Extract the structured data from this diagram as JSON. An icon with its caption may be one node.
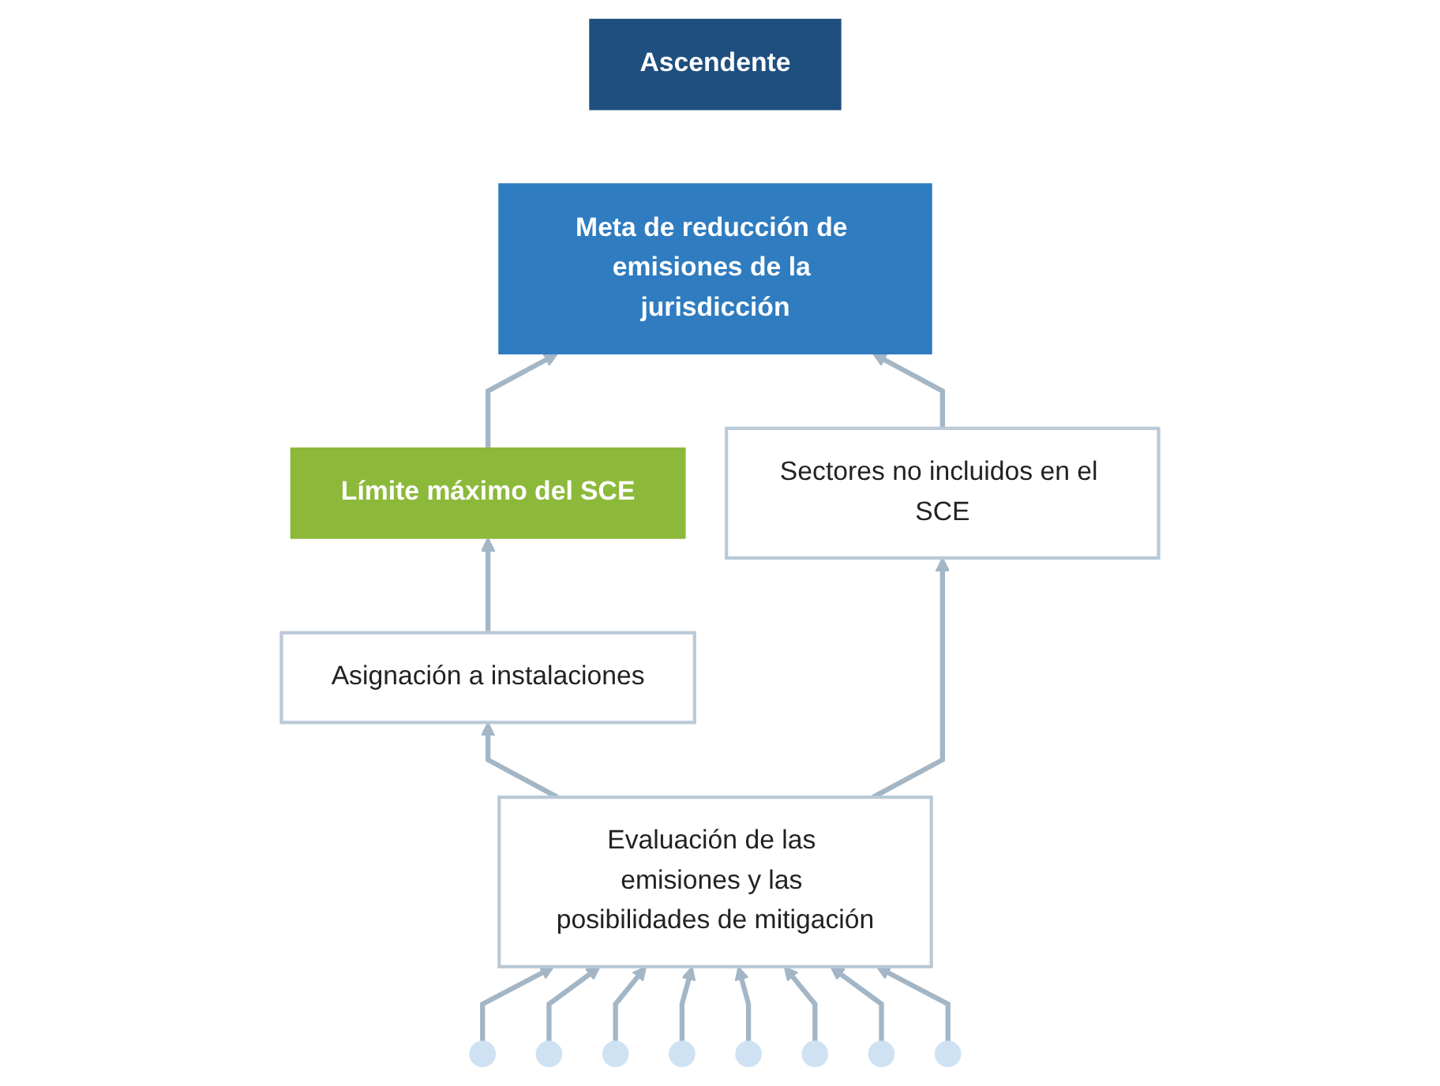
{
  "diagram": {
    "nodes": [
      {
        "text": [
          "Ascendente"
        ]
      },
      {
        "text": [
          "Meta de reducción de emisiones de la jurisdicción"
        ]
      },
      {
        "text": [
          "Límite máximo del SCE"
        ]
      },
      {
        "text": [
          "Sectores no incluidos en el SCE"
        ]
      },
      {
        "text": [
          "Asignación a instalaciones"
        ]
      },
      {
        "text": [
          "Evaluación de las emisiones y las posibilidades de mitigación"
        ]
      },
      {
        "text": [],
        "shape": "circle"
      },
      {
        "text": [],
        "shape": "circle"
      },
      {
        "text": [],
        "shape": "circle"
      },
      {
        "text": [],
        "shape": "circle"
      },
      {
        "text": [],
        "shape": "circle"
      },
      {
        "text": [],
        "shape": "circle"
      },
      {
        "text": [],
        "shape": "circle"
      },
      {
        "text": [],
        "shape": "circle"
      }
    ],
    "edges": [
      {
        "from": 2,
        "to": 1,
        "arrow": "to"
      },
      {
        "from": 3,
        "to": 1,
        "arrow": "to"
      },
      {
        "from": 4,
        "to": 2,
        "arrow": "to"
      },
      {
        "from": 5,
        "to": 4,
        "arrow": "to"
      },
      {
        "from": 5,
        "to": 3,
        "arrow": "to"
      },
      {
        "from": 6,
        "to": 5,
        "arrow": "to"
      },
      {
        "from": 7,
        "to": 5,
        "arrow": "to"
      },
      {
        "from": 8,
        "to": 5,
        "arrow": "to"
      },
      {
        "from": 9,
        "to": 5,
        "arrow": "to"
      },
      {
        "from": 10,
        "to": 5,
        "arrow": "to"
      },
      {
        "from": 11,
        "to": 5,
        "arrow": "to"
      },
      {
        "from": 12,
        "to": 5,
        "arrow": "to"
      },
      {
        "from": 13,
        "to": 5,
        "arrow": "to"
      }
    ]
  }
}
